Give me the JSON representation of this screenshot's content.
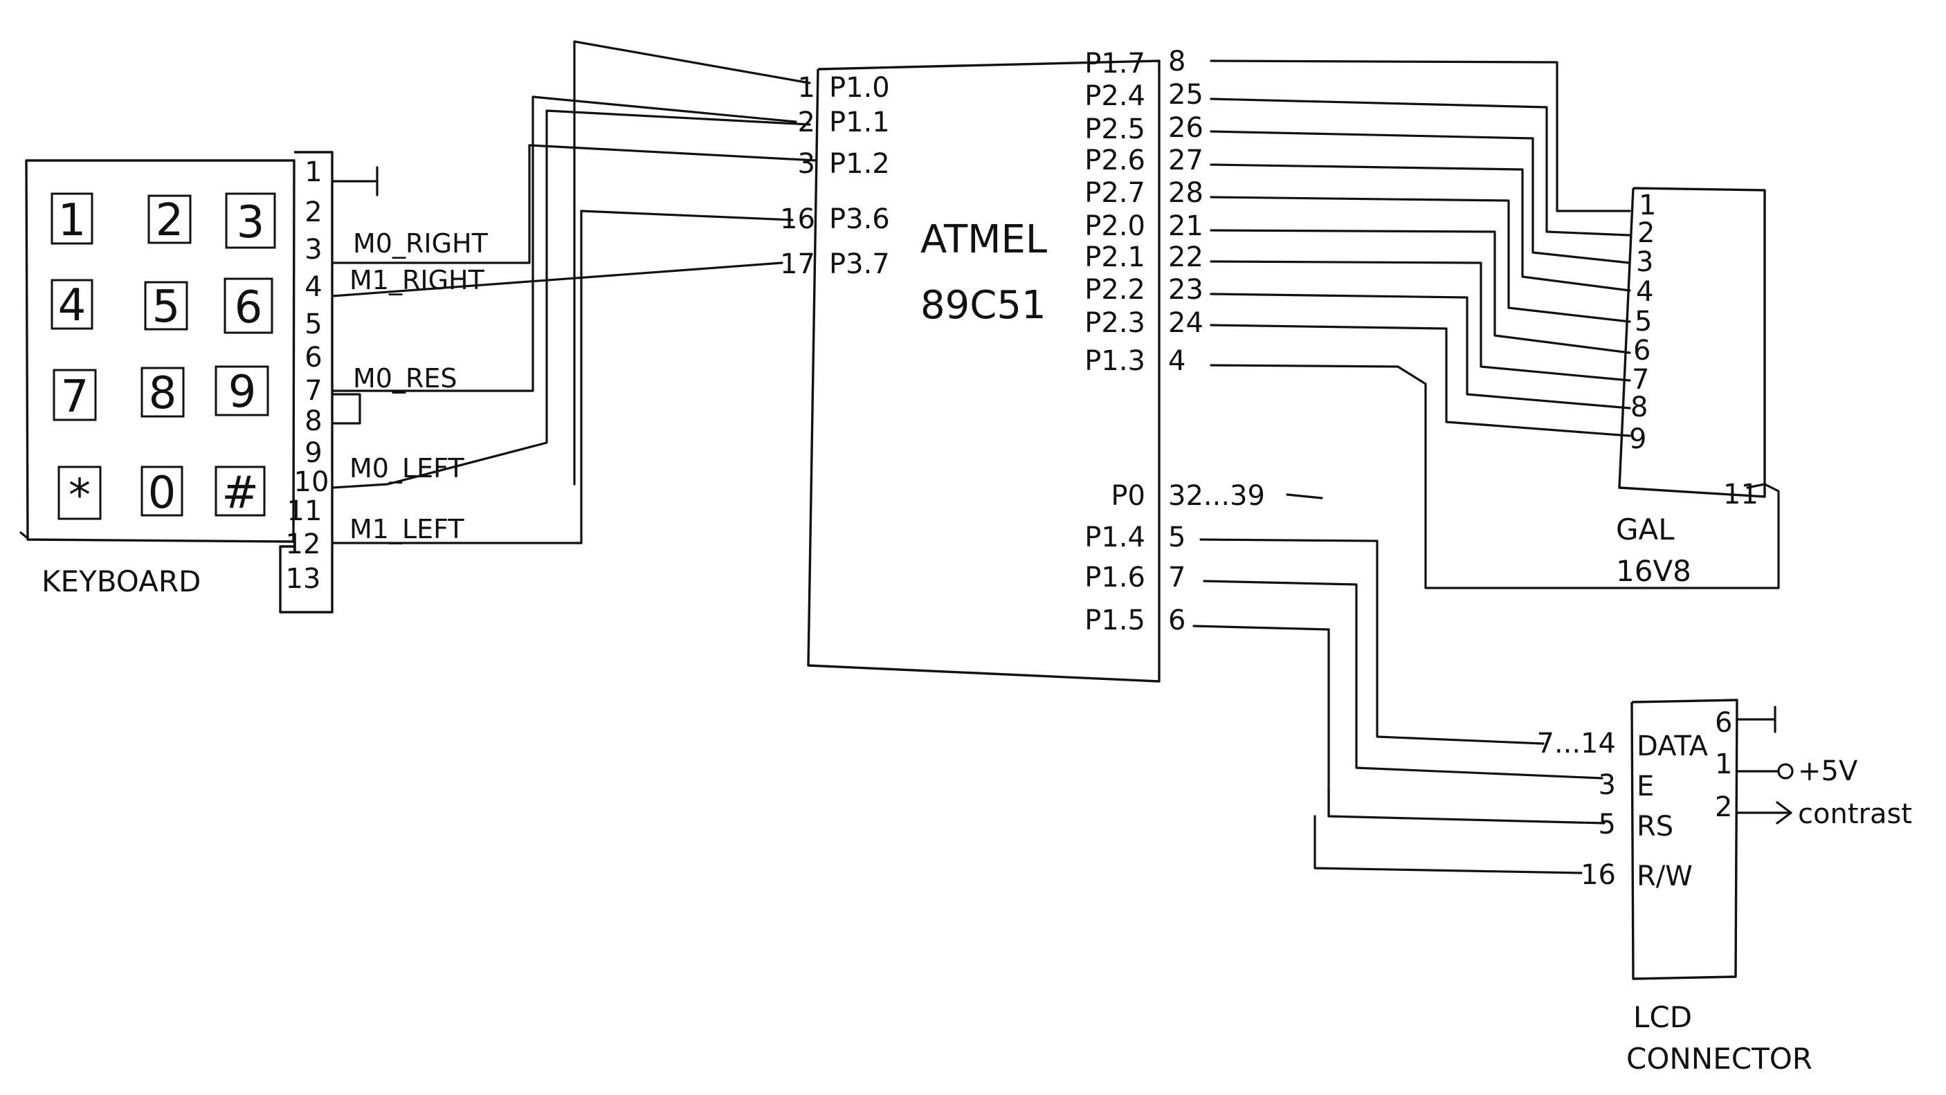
{
  "keyboard": {
    "title": "KEYBOARD",
    "keys": [
      [
        "1",
        "2",
        "3"
      ],
      [
        "4",
        "5",
        "6"
      ],
      [
        "7",
        "8",
        "9"
      ],
      [
        "*",
        "0",
        "#"
      ]
    ],
    "connector_pins": [
      "1",
      "2",
      "3",
      "4",
      "5",
      "6",
      "7",
      "8",
      "9",
      "10",
      "11",
      "12",
      "13"
    ],
    "signals": [
      "M0_RIGHT",
      "M1_RIGHT",
      "M0_RES",
      "M0_LEFT",
      "M1_LEFT"
    ]
  },
  "mcu": {
    "name_line1": "ATMEL",
    "name_line2": "89C51",
    "left_pins": [
      {
        "num": "1",
        "name": "P1.0"
      },
      {
        "num": "2",
        "name": "P1.1"
      },
      {
        "num": "3",
        "name": "P1.2"
      },
      {
        "num": "16",
        "name": "P3.6"
      },
      {
        "num": "17",
        "name": "P3.7"
      }
    ],
    "right_pins": [
      {
        "name": "P1.7",
        "num": "8"
      },
      {
        "name": "P2.4",
        "num": "25"
      },
      {
        "name": "P2.5",
        "num": "26"
      },
      {
        "name": "P2.6",
        "num": "27"
      },
      {
        "name": "P2.7",
        "num": "28"
      },
      {
        "name": "P2.0",
        "num": "21"
      },
      {
        "name": "P2.1",
        "num": "22"
      },
      {
        "name": "P2.2",
        "num": "23"
      },
      {
        "name": "P2.3",
        "num": "24"
      },
      {
        "name": "P1.3",
        "num": "4"
      },
      {
        "name": "P0",
        "num": "32...39"
      },
      {
        "name": "P1.4",
        "num": "5"
      },
      {
        "name": "P1.6",
        "num": "7"
      },
      {
        "name": "P1.5",
        "num": "6"
      }
    ]
  },
  "gal": {
    "name_line1": "GAL",
    "name_line2": "16V8",
    "pins": [
      "1",
      "2",
      "3",
      "4",
      "5",
      "6",
      "7",
      "8",
      "9"
    ],
    "pin_11": "11"
  },
  "lcd": {
    "name_line1": "LCD",
    "name_line2": "CONNECTOR",
    "left_pins": [
      {
        "num": "7...14",
        "name": "DATA"
      },
      {
        "num": "3",
        "name": "E"
      },
      {
        "num": "5",
        "name": "RS"
      },
      {
        "num": "16",
        "name": "R/W"
      }
    ],
    "right_pins": [
      {
        "num": "6",
        "label": ""
      },
      {
        "num": "1",
        "label": "+5V"
      },
      {
        "num": "2",
        "label": "contrast"
      }
    ]
  }
}
